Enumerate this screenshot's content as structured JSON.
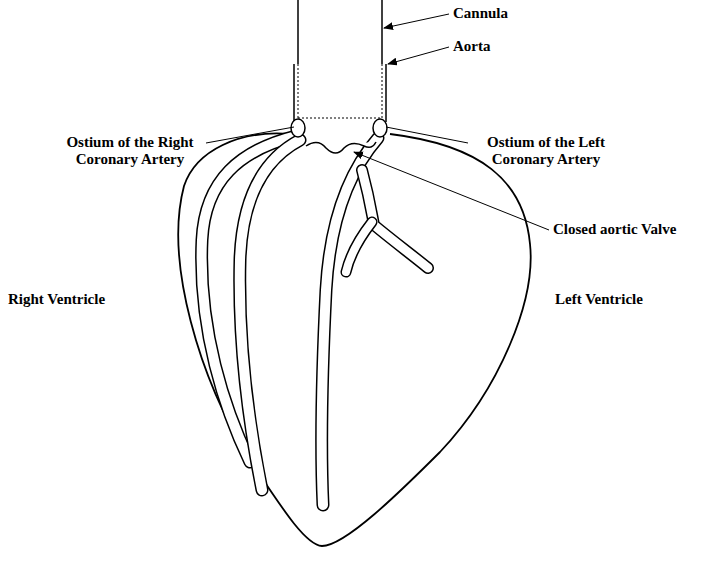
{
  "diagram": {
    "labels": [
      "Cannula",
      "Aorta",
      "Ostium of the Right Coronary Artery",
      "Ostium of the Left Coronary Artery",
      "Closed aortic Valve",
      "Right Ventricle",
      "Left Ventricle"
    ]
  }
}
